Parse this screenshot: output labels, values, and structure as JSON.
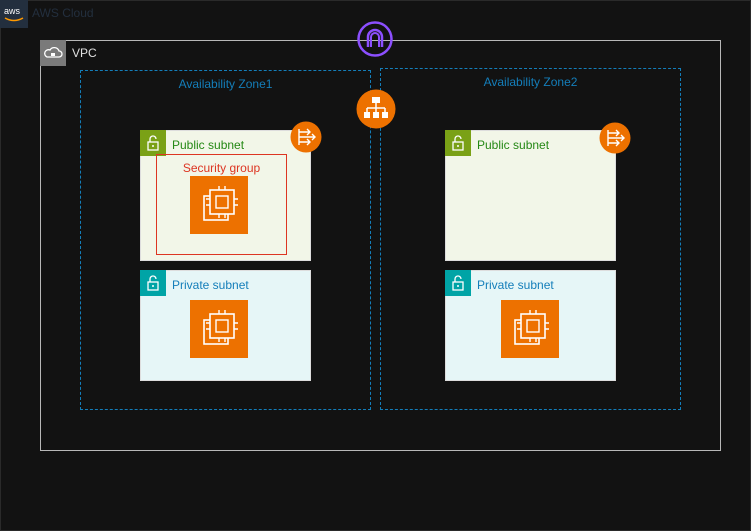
{
  "cloud": {
    "title": "AWS Cloud",
    "logo_text": "aws"
  },
  "vpc": {
    "title": "VPC"
  },
  "zones": [
    {
      "title": "Availability Zone1"
    },
    {
      "title": "Availability Zone2"
    }
  ],
  "subnets": {
    "public": "Public subnet",
    "private": "Private subnet"
  },
  "security_group": {
    "title": "Security group"
  },
  "colors": {
    "vpc_border": "#b8b8b8",
    "zone_border": "#147eba",
    "public_subnet": "#7aa116",
    "private_subnet": "#00a4a6",
    "security_group": "#dd3522",
    "ec2": "#ed7100",
    "gateway": "#8c4fff",
    "nat_gateway": "#ed7100"
  },
  "icons": {
    "internet_gateway": "internet-gateway-icon",
    "load_balancer": "load-balancer-icon",
    "nat_gateway": "nat-gateway-icon",
    "ec2": "ec2-instance-icon"
  }
}
